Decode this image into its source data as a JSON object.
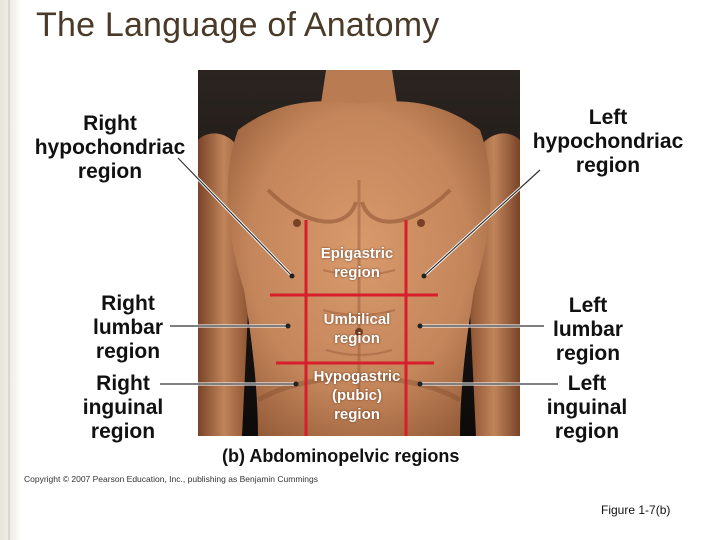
{
  "slide": {
    "title": "The Language of Anatomy",
    "figure_number": "Figure 1-7(b)"
  },
  "figure": {
    "caption": "(b) Abdominopelvic regions",
    "copyright": "Copyright © 2007 Pearson Education, Inc., publishing as Benjamin Cummings",
    "outer_labels": {
      "right_hypochondriac": "Right\nhypochondriac\nregion",
      "left_hypochondriac": "Left\nhypochondriac\nregion",
      "right_lumbar": "Right\nlumbar\nregion",
      "left_lumbar": "Left\nlumbar\nregion",
      "right_inguinal": "Right\ninguinal\nregion",
      "left_inguinal": "Left\ninguinal\nregion"
    },
    "inner_labels": {
      "epigastric": "Epigastric\nregion",
      "umbilical": "Umbilical\nregion",
      "hypogastric": "Hypogastric\n(pubic)\nregion"
    },
    "colors": {
      "grid_lines": "#d81e2a",
      "leader_lines": "#ffffff",
      "skin": "#c98a5e",
      "title_text": "#4a3a28"
    }
  }
}
